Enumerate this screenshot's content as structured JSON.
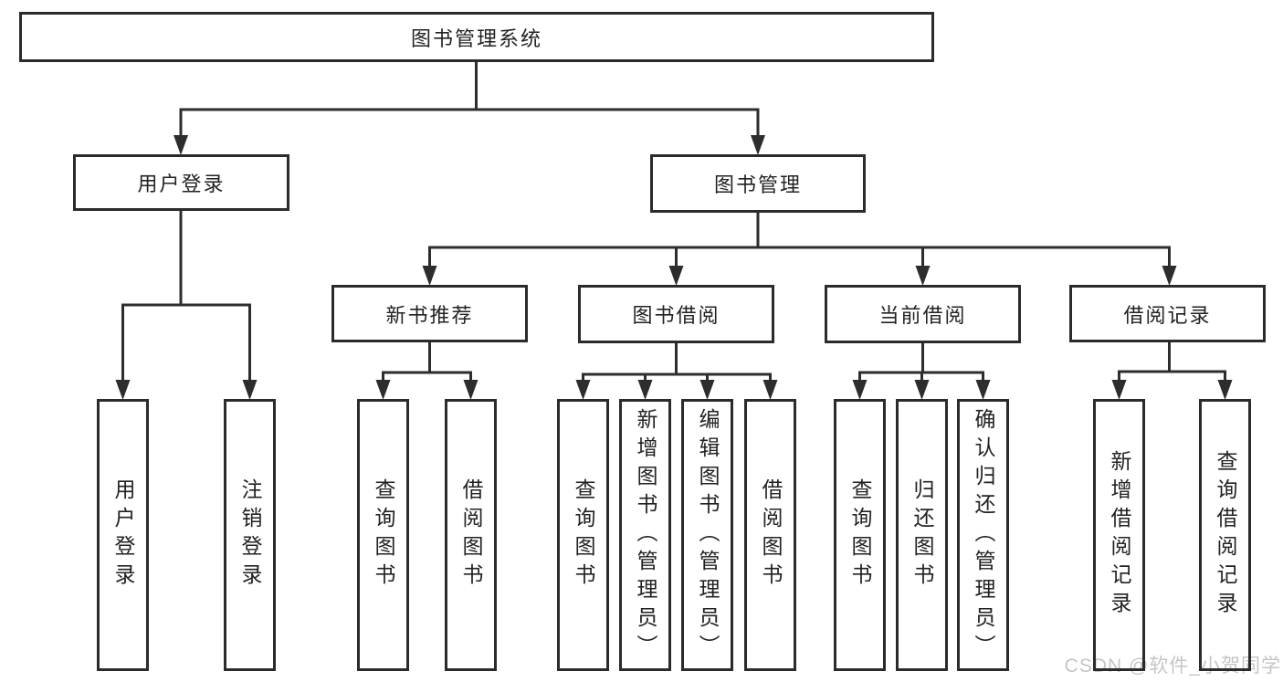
{
  "diagram": {
    "root": "图书管理系统",
    "level2": {
      "user_login": "用户登录",
      "book_management": "图书管理"
    },
    "user_login_children": [
      "用户登录",
      "注销登录"
    ],
    "book_management_children": [
      {
        "label": "新书推荐",
        "leaves": [
          "查询图书",
          "借阅图书"
        ]
      },
      {
        "label": "图书借阅",
        "leaves": [
          "查询图书",
          "新增图书（管理员）",
          "编辑图书（管理员）",
          "借阅图书"
        ]
      },
      {
        "label": "当前借阅",
        "leaves": [
          "查询图书",
          "归还图书",
          "确认归还（管理员）"
        ]
      },
      {
        "label": "借阅记录",
        "leaves": [
          "新增借阅记录",
          "查询借阅记录"
        ]
      }
    ]
  },
  "watermark": "CSDN @软件_小贺同学",
  "colors": {
    "line": "#2d2d2d",
    "box_border": "#2b2b2b",
    "text": "#222222",
    "watermark": "#c5c5c5",
    "background": "#ffffff"
  }
}
